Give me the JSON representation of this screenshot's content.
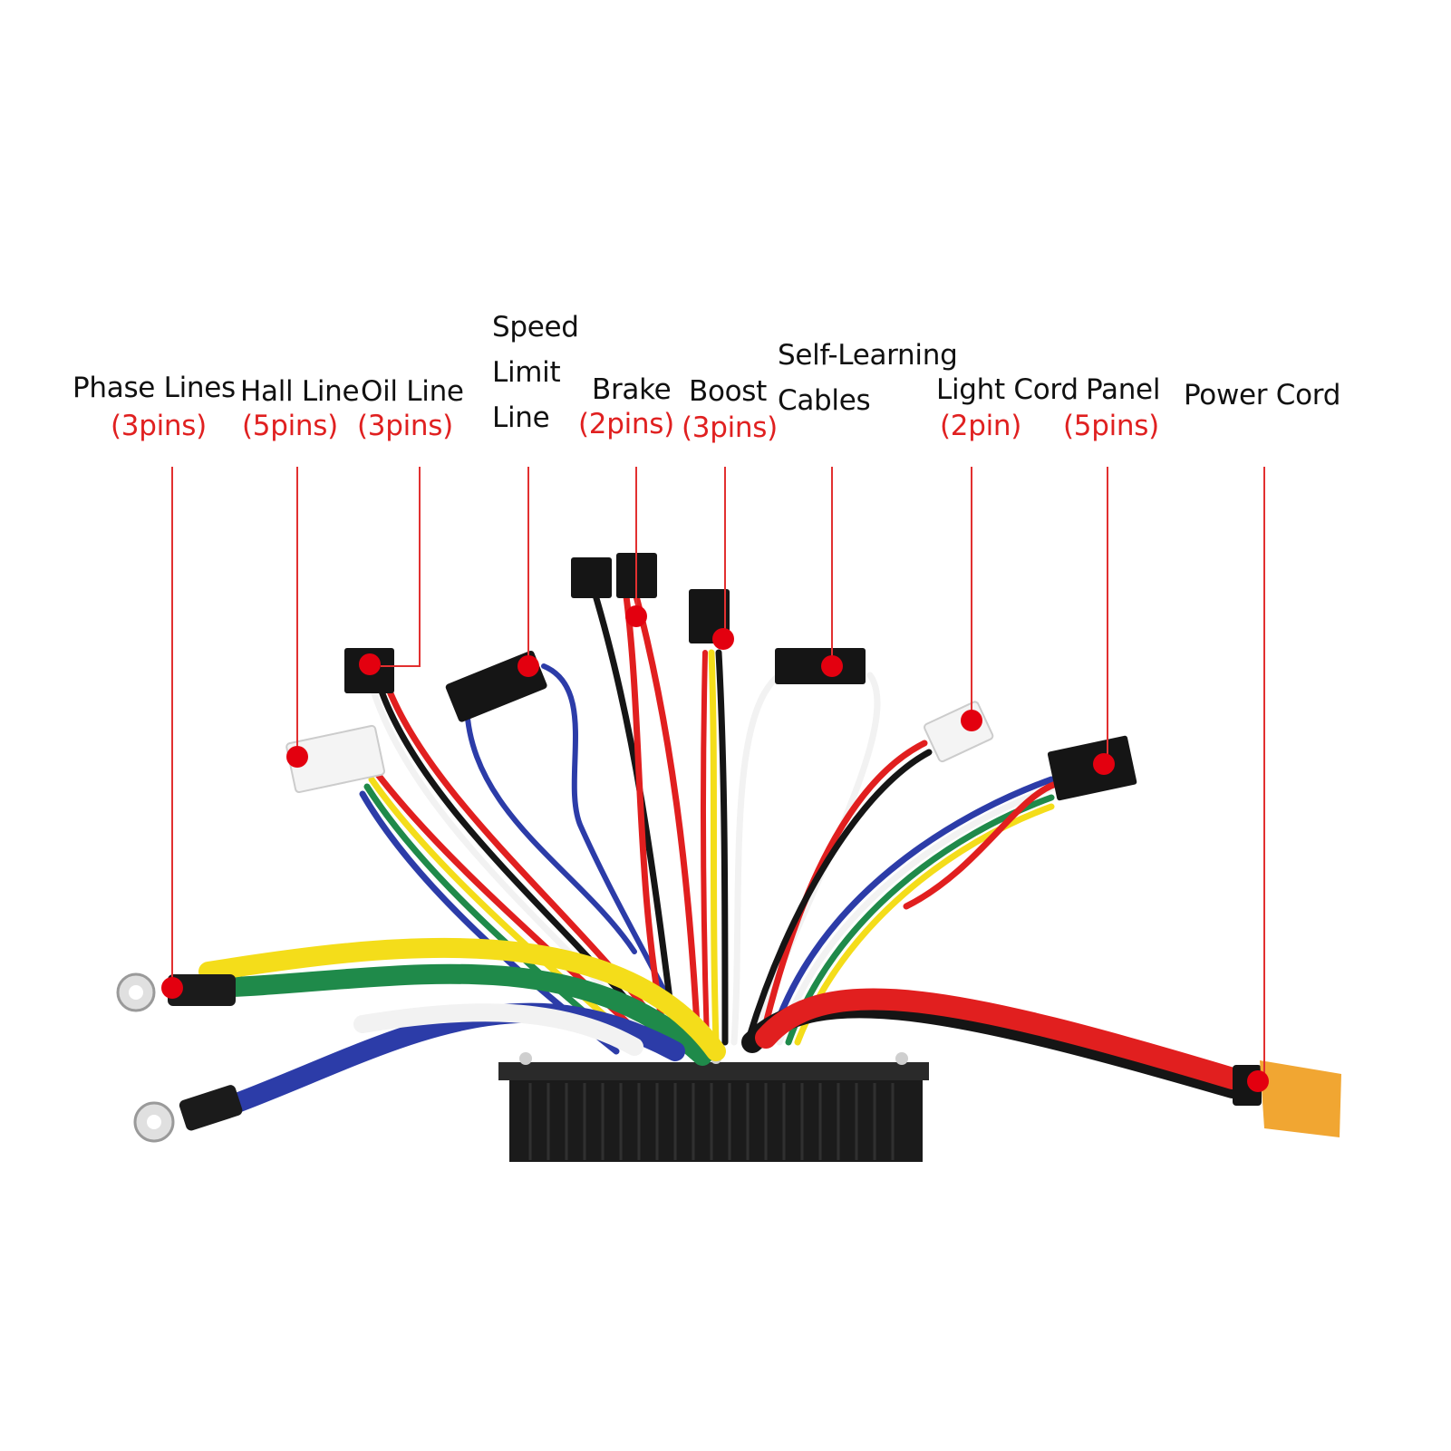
{
  "colors": {
    "label_text": "#111111",
    "pin_text": "#e02020",
    "leader_line": "#e23030",
    "marker_dot": "#e3000f",
    "controller_body": "#1b1b1b",
    "wire_red": "#e11f1f",
    "wire_yellow": "#f4dd1a",
    "wire_green": "#1f8a4a",
    "wire_blue": "#2c3ca8",
    "wire_black": "#151515",
    "wire_white": "#f2f2f2",
    "power_connector": "#f1a632"
  },
  "labels": {
    "phase": {
      "name": "Phase Lines",
      "pins": "(3pins)"
    },
    "hall": {
      "name": "Hall Line",
      "pins": "(5pins)"
    },
    "oil": {
      "name": "Oil Line",
      "pins": "(3pins)"
    },
    "speed": {
      "name_1": "Speed",
      "name_2": "Limit",
      "name_3": "Line"
    },
    "brake": {
      "name": "Brake",
      "pins": "(2pins)"
    },
    "boost": {
      "name": "Boost",
      "pins": "(3pins)"
    },
    "self": {
      "name_1": "Self-Learning",
      "name_2": "Cables"
    },
    "light": {
      "name": "Light Cord",
      "pins": "(2pin)"
    },
    "panel": {
      "name": "Panel",
      "pins": "(5pins)"
    },
    "power": {
      "name": "Power Cord"
    }
  }
}
